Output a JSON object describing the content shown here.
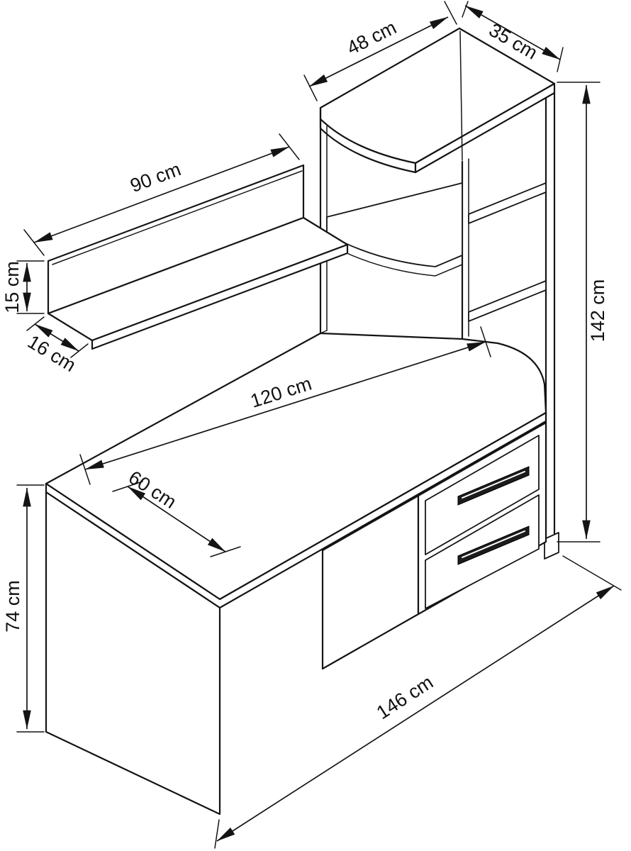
{
  "labels": {
    "top_unit_width": "48 cm",
    "top_unit_depth": "35 cm",
    "shelf_length": "90 cm",
    "shelf_back_height": "15 cm",
    "shelf_depth": "16 cm",
    "overall_height": "142 cm",
    "desktop_length": "120 cm",
    "desktop_depth": "60 cm",
    "desk_height": "74 cm",
    "overall_width": "146 cm"
  },
  "colors": {
    "line": "#141414",
    "handle": "#1c1c1c",
    "background": "#ffffff"
  }
}
